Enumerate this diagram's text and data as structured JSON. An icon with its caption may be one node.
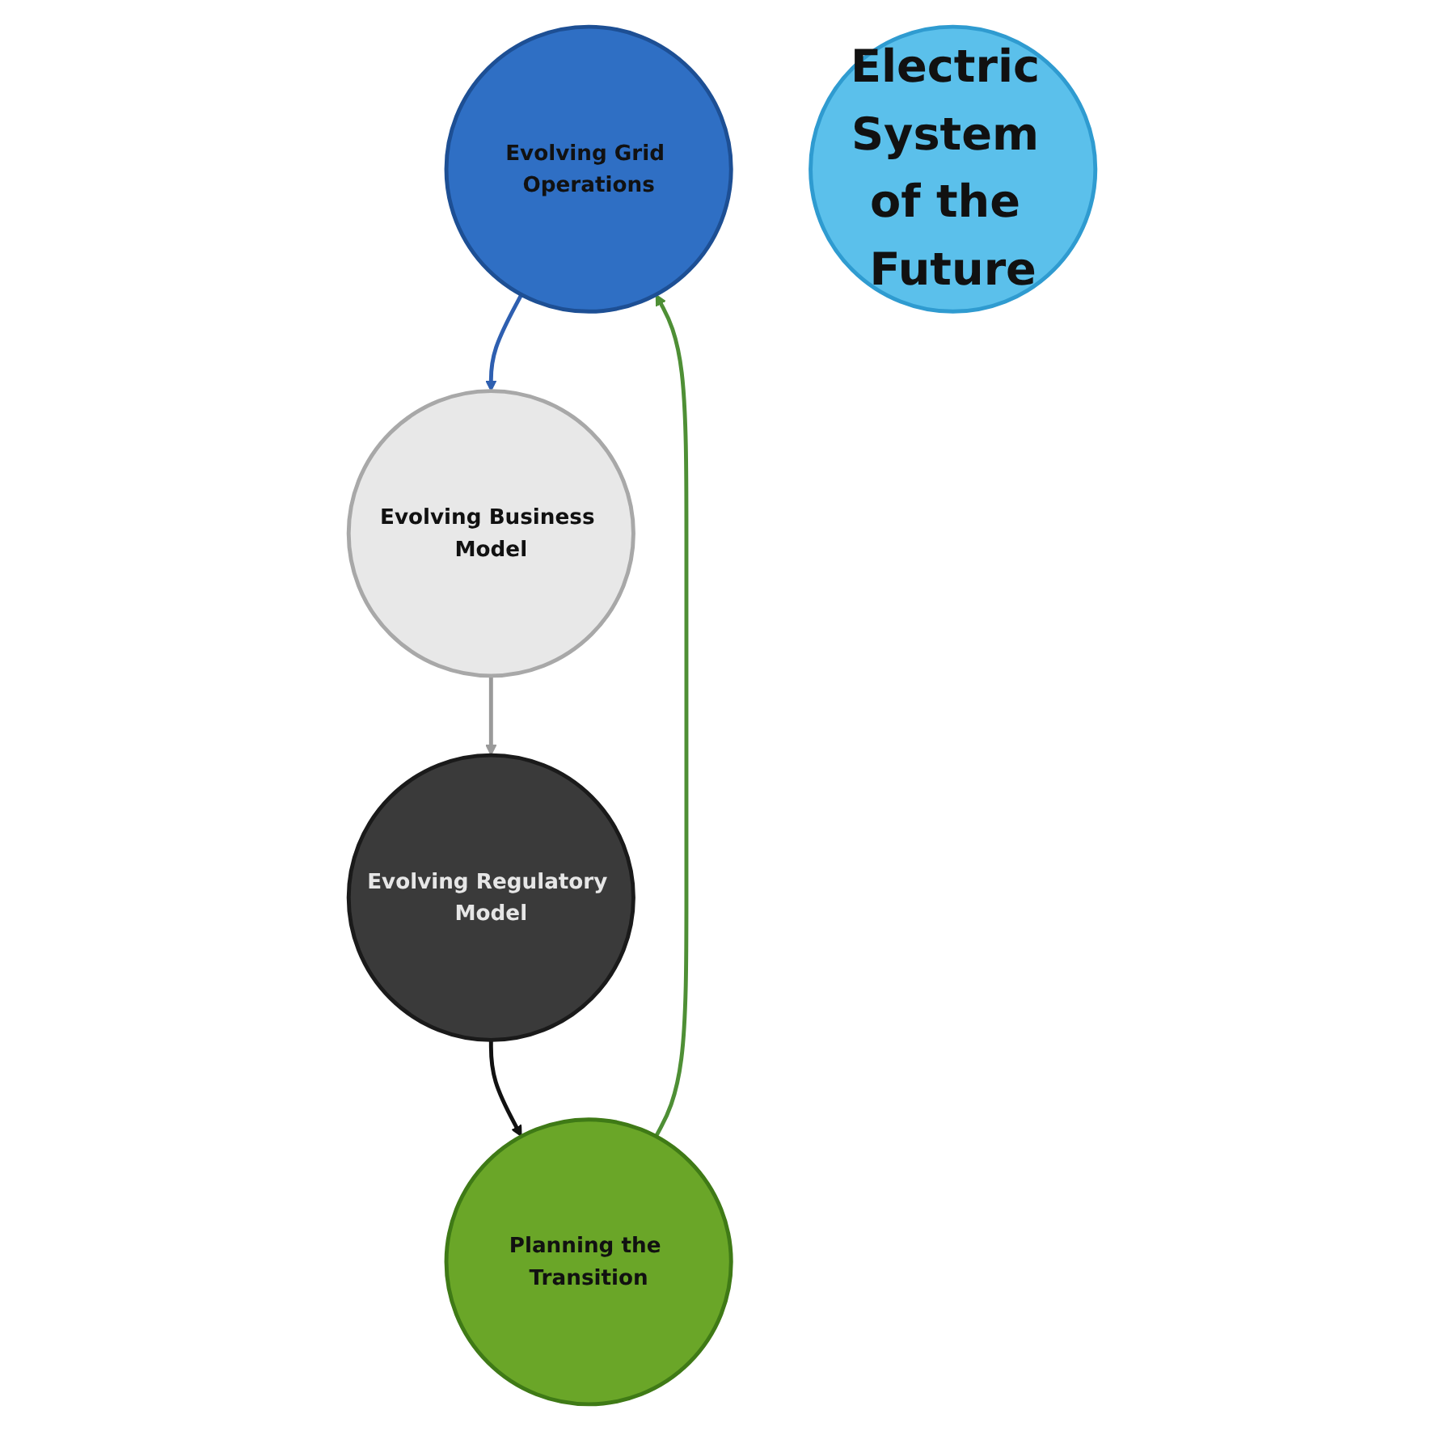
{
  "diagram": {
    "nodes": [
      {
        "text": [
          "Evolving Grid Operations"
        ]
      },
      {
        "text": [
          "Planning the Transition"
        ]
      },
      {
        "text": [
          "Electric System of the Future"
        ]
      },
      {
        "text": [
          "Evolving Business Model"
        ]
      },
      {
        "text": [
          "Evolving Regulatory Model"
        ]
      }
    ],
    "edges": [
      {
        "from": 0,
        "to": 3,
        "arrow": "to",
        "color": "#2e5fb0"
      },
      {
        "from": 3,
        "to": 4,
        "arrow": "to",
        "color": "#9a9a9a"
      },
      {
        "from": 4,
        "to": 1,
        "arrow": "to",
        "color": "#111111"
      },
      {
        "from": 1,
        "to": 0,
        "arrow": "to",
        "color": "#4e8f35"
      }
    ]
  }
}
